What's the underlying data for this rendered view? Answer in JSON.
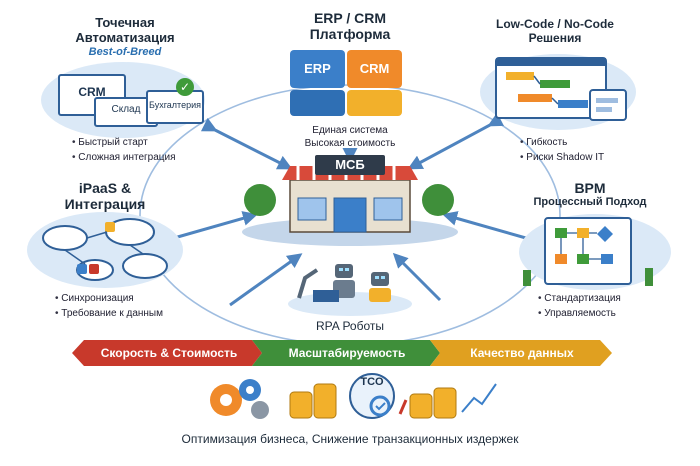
{
  "corners": {
    "top_left": {
      "title_line1": "Точечная",
      "title_line2": "Автоматизация",
      "subtitle": "Best-of-Breed",
      "windows": [
        "CRM",
        "Склад",
        "Бухгалтерия"
      ],
      "bullets": [
        "Быстрый старт",
        "Сложная интеграция"
      ]
    },
    "top_center": {
      "title_line1": "ERP / CRM",
      "title_line2": "Платформа",
      "puzzle": [
        "ERP",
        "CRM"
      ],
      "caption_line1": "Единая система",
      "caption_line2": "Высокая стоимость"
    },
    "top_right": {
      "title_line1": "Low-Code / No-Code",
      "title_line2": "Решения",
      "bullets": [
        "Гибкость",
        "Риски Shadow IT"
      ]
    },
    "mid_left": {
      "title_line1": "iPaaS &",
      "title_line2": "Интеграция",
      "bullets": [
        "Синхронизация",
        "Требование к данным"
      ]
    },
    "mid_right": {
      "title_line1": "BPM",
      "title_line2": "Процессный Подход",
      "bullets": [
        "Стандартизация",
        "Управляемость"
      ]
    }
  },
  "center": {
    "store_sign": "МСБ"
  },
  "rpa": {
    "label": "RPA Роботы"
  },
  "banners": [
    {
      "label": "Скорость & Стоимость",
      "color": "#c8392b"
    },
    {
      "label": "Масштабируемость",
      "color": "#3f8f3a"
    },
    {
      "label": "Качество данных",
      "color": "#e0a020"
    }
  ],
  "bottom": {
    "tco_label": "TCO",
    "footer": "Оптимизация бизнеса, Снижение транзакционных издержек"
  },
  "colors": {
    "accent_blue": "#3b78c2",
    "arrow": "#5b8fc7"
  }
}
